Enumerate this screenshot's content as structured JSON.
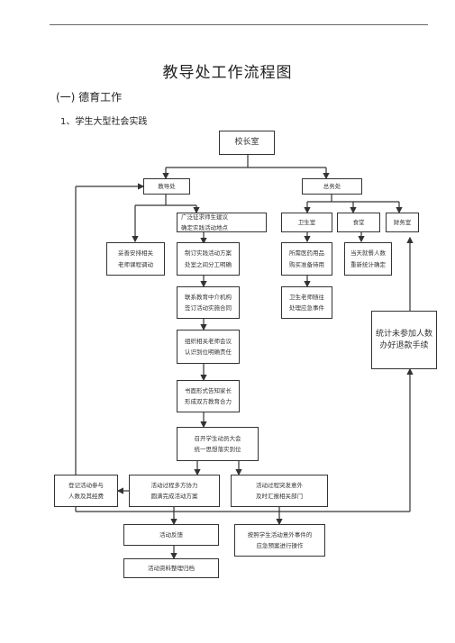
{
  "page": {
    "title": "教导处工作流程图",
    "section_heading": "(一) 德育工作",
    "subsection_heading": "1、学生大型社会实践"
  },
  "nodes": {
    "principal": "校长室",
    "academic": "教导处",
    "general_affairs": "总务处",
    "teacher_adjust": [
      "妥善安排相关",
      "老师课程调动"
    ],
    "collect_advice": [
      "广泛征求师生建议",
      "确定实践活动地点"
    ],
    "health_room": "卫生室",
    "canteen": "食堂",
    "finance_room": "财务室",
    "make_plan": [
      "制订实践活动方案",
      "处室之间分工明确"
    ],
    "buy_medicine": [
      "所需医药用品",
      "购买准备待用"
    ],
    "meal_count": [
      "当天就餐人数",
      "重新统计确定"
    ],
    "contact_agency": [
      "联系教育中介机构",
      "签订活动实施合同"
    ],
    "doctor_follow": [
      "卫生老师随往",
      "处理应急事件"
    ],
    "refund_stats": [
      "统计未参加人数",
      "办好退款手续"
    ],
    "teacher_meeting": [
      "组织相关老师会议",
      "认识到位明确责任"
    ],
    "notify_parents": [
      "书面形式告知家长",
      "形成双方教育合力"
    ],
    "mobilize": [
      "召开学生动员大会",
      "统一思想落实到位"
    ],
    "register": [
      "登记活动参与",
      "人数及其经费"
    ],
    "coordinate": [
      "活动过程多方协力",
      "圆满完成活动方案"
    ],
    "emergency_report": [
      "活动过程突发意外",
      "及时汇报相关部门"
    ],
    "feedback": "活动反馈",
    "emergency_plan": [
      "按照学生活动意外事件的",
      "应急预案进行操作"
    ],
    "archive": "活动资料整理归档"
  }
}
